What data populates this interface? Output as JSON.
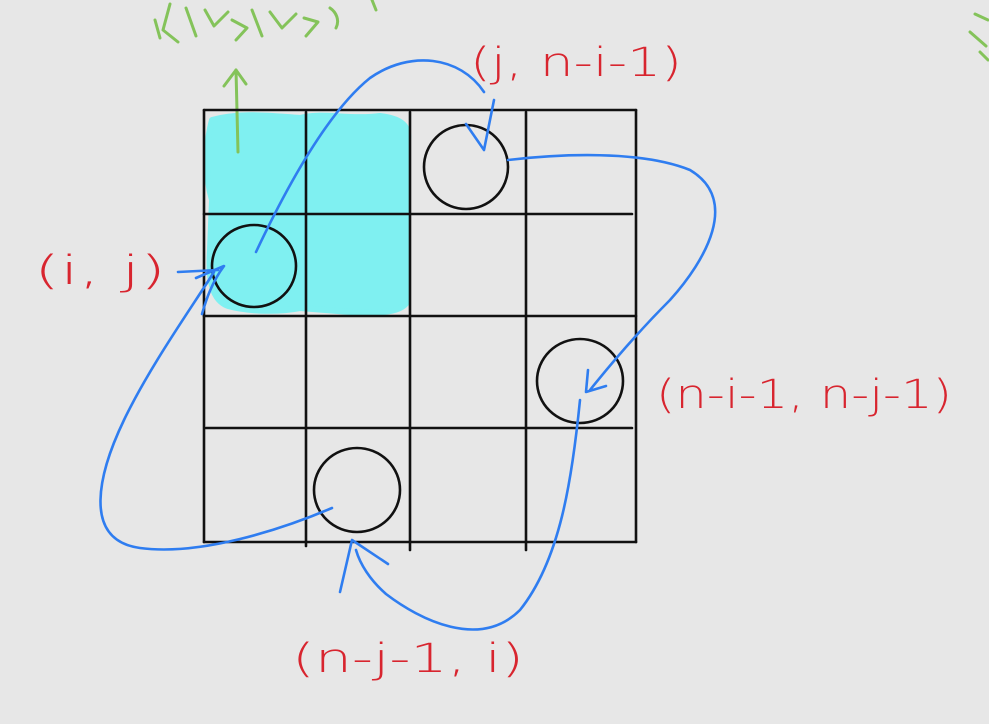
{
  "grid": {
    "rows": 4,
    "cols": 4
  },
  "labels": {
    "top": "(j, n-i-1)",
    "left": "(i, j)",
    "right": "(n-i-1, n-j-1)",
    "bottom": "(n-j-1, i)"
  },
  "colors": {
    "background": "#e7e7e7",
    "grid_line": "#111111",
    "highlight": "#7ff0f1",
    "arrow": "#2f7df0",
    "label_red": "#d8252f",
    "note_green": "#84c35a"
  }
}
